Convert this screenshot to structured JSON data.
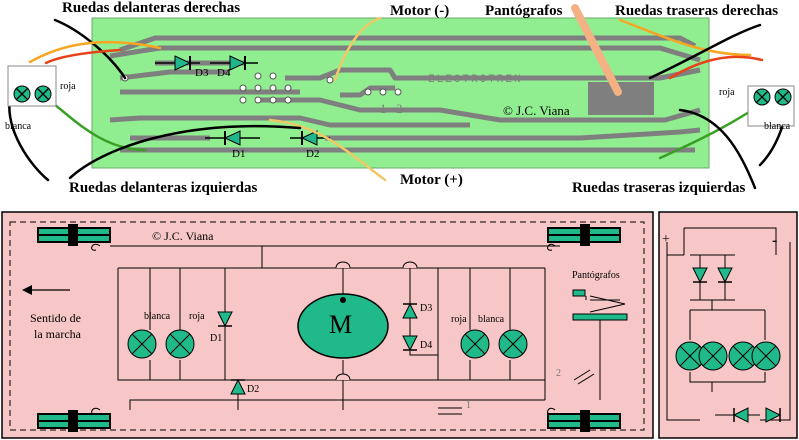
{
  "pcb": {
    "labels": {
      "front_right": "Ruedas delanteras derechas",
      "motor_neg": "Motor (-)",
      "pantographs": "Pantógrafos",
      "rear_right": "Ruedas traseras derechas",
      "front_left": "Ruedas delanteras izquierdas",
      "motor_pos": "Motor (+)",
      "rear_left": "Ruedas traseras izquierdas"
    },
    "board_text": "ELECTROTREN",
    "copyright": "© J.C. Viana",
    "diodes": [
      "D3",
      "D4",
      "D1",
      "D2"
    ],
    "pads": [
      "1",
      "2"
    ],
    "left_connector": {
      "roja": "roja",
      "blanca": "blanca"
    },
    "right_connector": {
      "roja": "roja",
      "blanca": "blanca"
    },
    "colors": {
      "board": "#90ee90",
      "trace": "#7f7f7f",
      "wire_red": "#e8421a",
      "wire_orange": "#f6a623",
      "wire_yellow": "#f2c867",
      "wire_green": "#3aa025",
      "wire_black": "#000000",
      "diode": "#20b58a"
    }
  },
  "schematic": {
    "copyright": "© J.C. Viana",
    "direction": [
      "Sentido de",
      "la marcha"
    ],
    "motor": "M",
    "pantographs": "Pantógrafos",
    "lamps_left": [
      "blanca",
      "roja"
    ],
    "lamps_right": [
      "roja",
      "blanca"
    ],
    "diodes": [
      "D1",
      "D2",
      "D3",
      "D4"
    ],
    "numbers": [
      "1",
      "2"
    ],
    "colors": {
      "panel": "#f7c7c7",
      "lamp": "#1fb98a",
      "wheel": "#1fb98a"
    }
  },
  "small_schematic": {
    "plus": "+",
    "minus": "-"
  }
}
